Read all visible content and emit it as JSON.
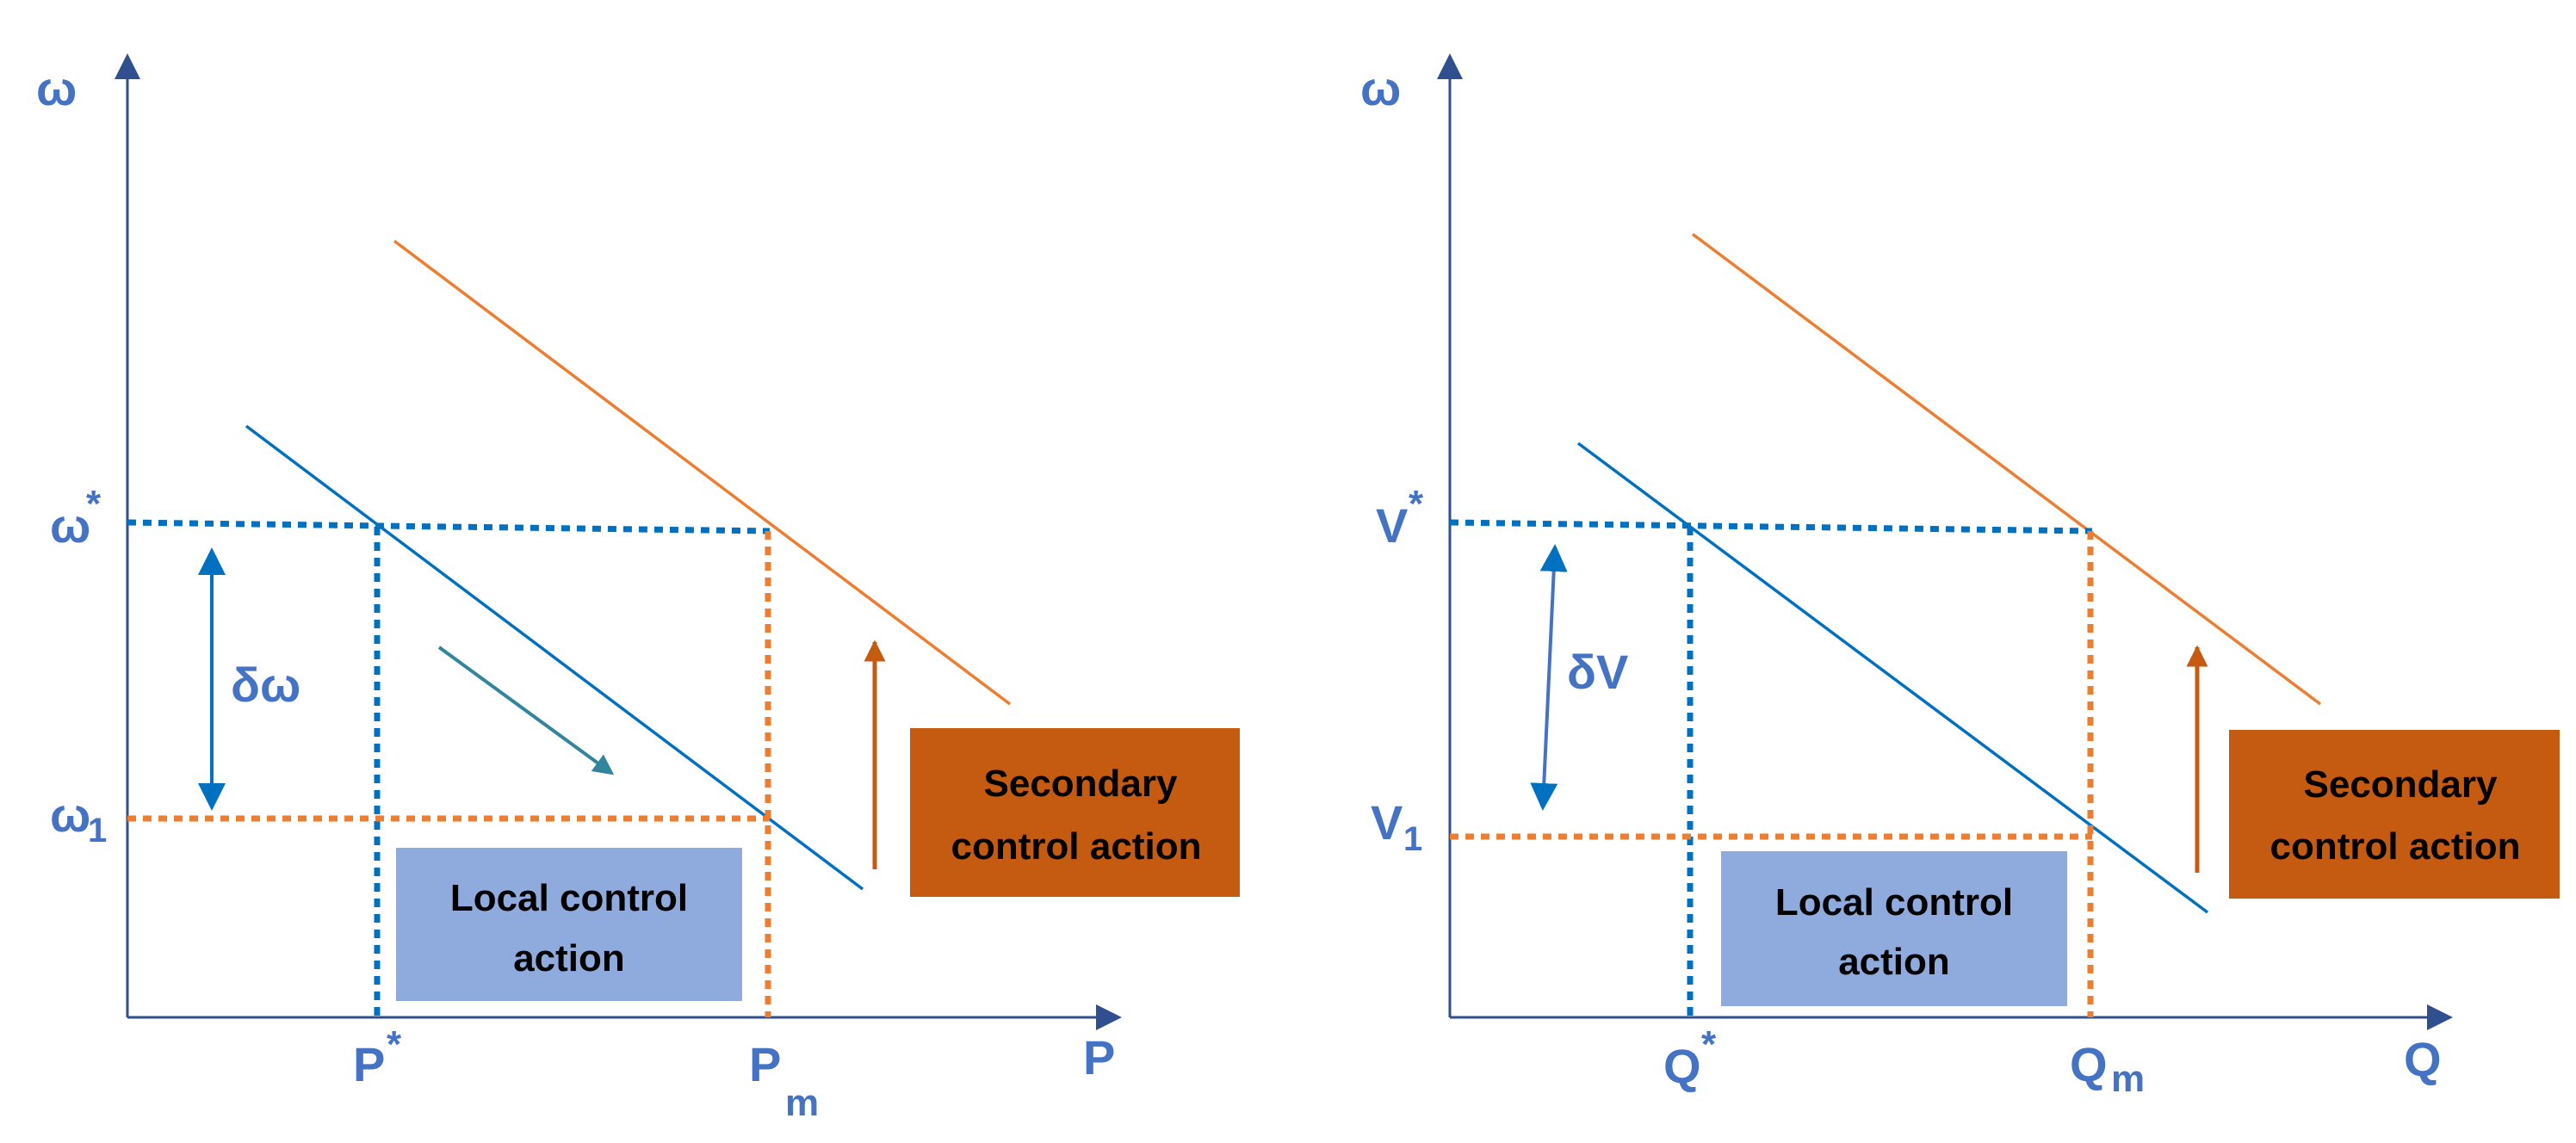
{
  "colors": {
    "axis": "#2F4F8F",
    "label": "#4472C4",
    "droop_primary": "#0070C0",
    "droop_secondary": "#ED7D31",
    "arrow_local": "#31859C",
    "arrow_secondary": "#C55A11",
    "box_local_fill": "#8FAADC",
    "box_secondary_fill": "#C55A11",
    "box_text": "#000000"
  },
  "panels": [
    {
      "id": "p-omega",
      "y_axis_label": "ω",
      "x_axis_label": "P",
      "y_ref": {
        "base": "ω",
        "mark": "*"
      },
      "y_low": {
        "base": "ω",
        "mark": "1"
      },
      "x_ref": {
        "base": "P",
        "mark": "*"
      },
      "x_max": {
        "base": "P",
        "mark": "m"
      },
      "delta_label": "δω",
      "local_box": {
        "line1": "Local control",
        "line2": "action"
      },
      "secondary_box": {
        "line1": "Secondary",
        "line2": "control action"
      }
    },
    {
      "id": "p-voltage",
      "y_axis_label": "ω",
      "x_axis_label": "Q",
      "y_ref": {
        "base": "V",
        "mark": "*"
      },
      "y_low": {
        "base": "V",
        "mark": "1"
      },
      "x_ref": {
        "base": "Q",
        "mark": "*"
      },
      "x_max": {
        "base": "Q",
        "mark": "m"
      },
      "delta_label": "δV",
      "local_box": {
        "line1": "Local control",
        "line2": "action"
      },
      "secondary_box": {
        "line1": "Secondary",
        "line2": "control action"
      }
    }
  ]
}
